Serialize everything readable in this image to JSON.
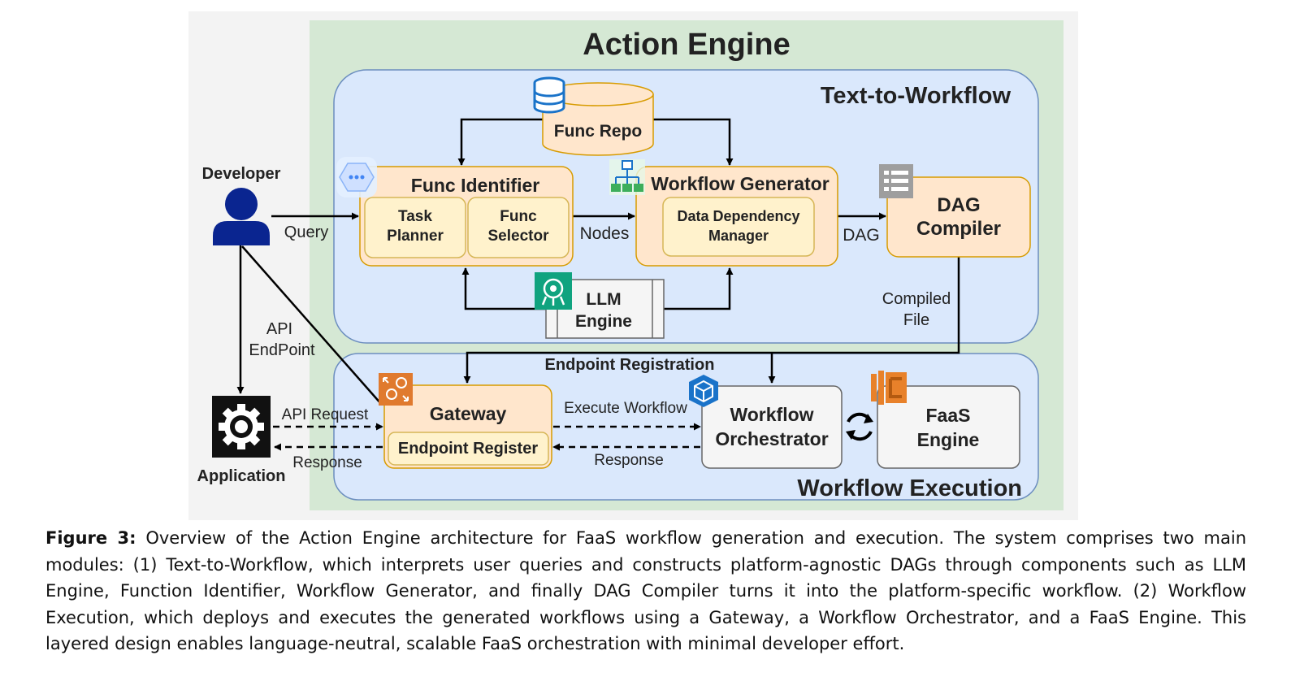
{
  "modules": {
    "action_engine": "Action Engine",
    "text_to_workflow": "Text-to-Workflow",
    "workflow_execution": "Workflow Execution"
  },
  "actors": {
    "developer": "Developer",
    "application": "Application"
  },
  "components": {
    "func_repo": "Func Repo",
    "func_identifier": "Func Identifier",
    "task_planner": [
      "Task",
      "Planner"
    ],
    "func_selector": [
      "Func",
      "Selector"
    ],
    "workflow_generator": "Workflow Generator",
    "data_dependency_manager": [
      "Data Dependency",
      "Manager"
    ],
    "dag_compiler": [
      "DAG",
      "Compiler"
    ],
    "llm_engine": [
      "LLM",
      "Engine"
    ],
    "gateway": "Gateway",
    "endpoint_register": "Endpoint Register",
    "workflow_orchestrator": [
      "Workflow",
      "Orchestrator"
    ],
    "faas_engine": [
      "FaaS",
      "Engine"
    ]
  },
  "edges": {
    "query": "Query",
    "nodes": "Nodes",
    "dag": "DAG",
    "compiled_file": [
      "Compiled",
      "File"
    ],
    "api_endpoint": [
      "API",
      "EndPoint"
    ],
    "endpoint_registration": "Endpoint Registration",
    "api_request": "API Request",
    "response_app": "Response",
    "execute_workflow": "Execute Workflow",
    "response_orch": "Response"
  },
  "caption": {
    "label": "Figure 3:",
    "text": " Overview of the Action Engine architecture for FaaS workflow generation and execution. The system comprises two main modules: (1) Text-to-Workflow, which interprets user queries and constructs platform-agnostic DAGs through components such as LLM Engine, Function Identifier, Workflow Generator, and finally DAG Compiler turns it into the platform-specific workflow. (2) Workflow Execution, which deploys and executes the generated workflows using a Gateway, a Workflow Orchestrator, and a FaaS Engine. This layered design enables language-neutral, scalable FaaS orchestration with minimal developer effort."
  },
  "colors": {
    "outer_background": "#f3f3f3",
    "action_engine_fill": "#d5e8d4",
    "module_fill": "#dae8fc",
    "module_stroke": "#6c8ebf",
    "component_fill": "#ffe6cc",
    "component_stroke": "#d79b00",
    "inner_fill": "#fff2cc",
    "inner_stroke": "#d6b656",
    "neutral_fill": "#f5f5f5",
    "neutral_stroke": "#666666",
    "actor": "#0a2590"
  },
  "icons": [
    "database-icon",
    "chat-icon",
    "hierarchy-icon",
    "list-icon",
    "neural-icon",
    "gateway-icon",
    "cube-icon",
    "lambda-icon",
    "cycle-icon",
    "gear-icon",
    "user-icon"
  ]
}
